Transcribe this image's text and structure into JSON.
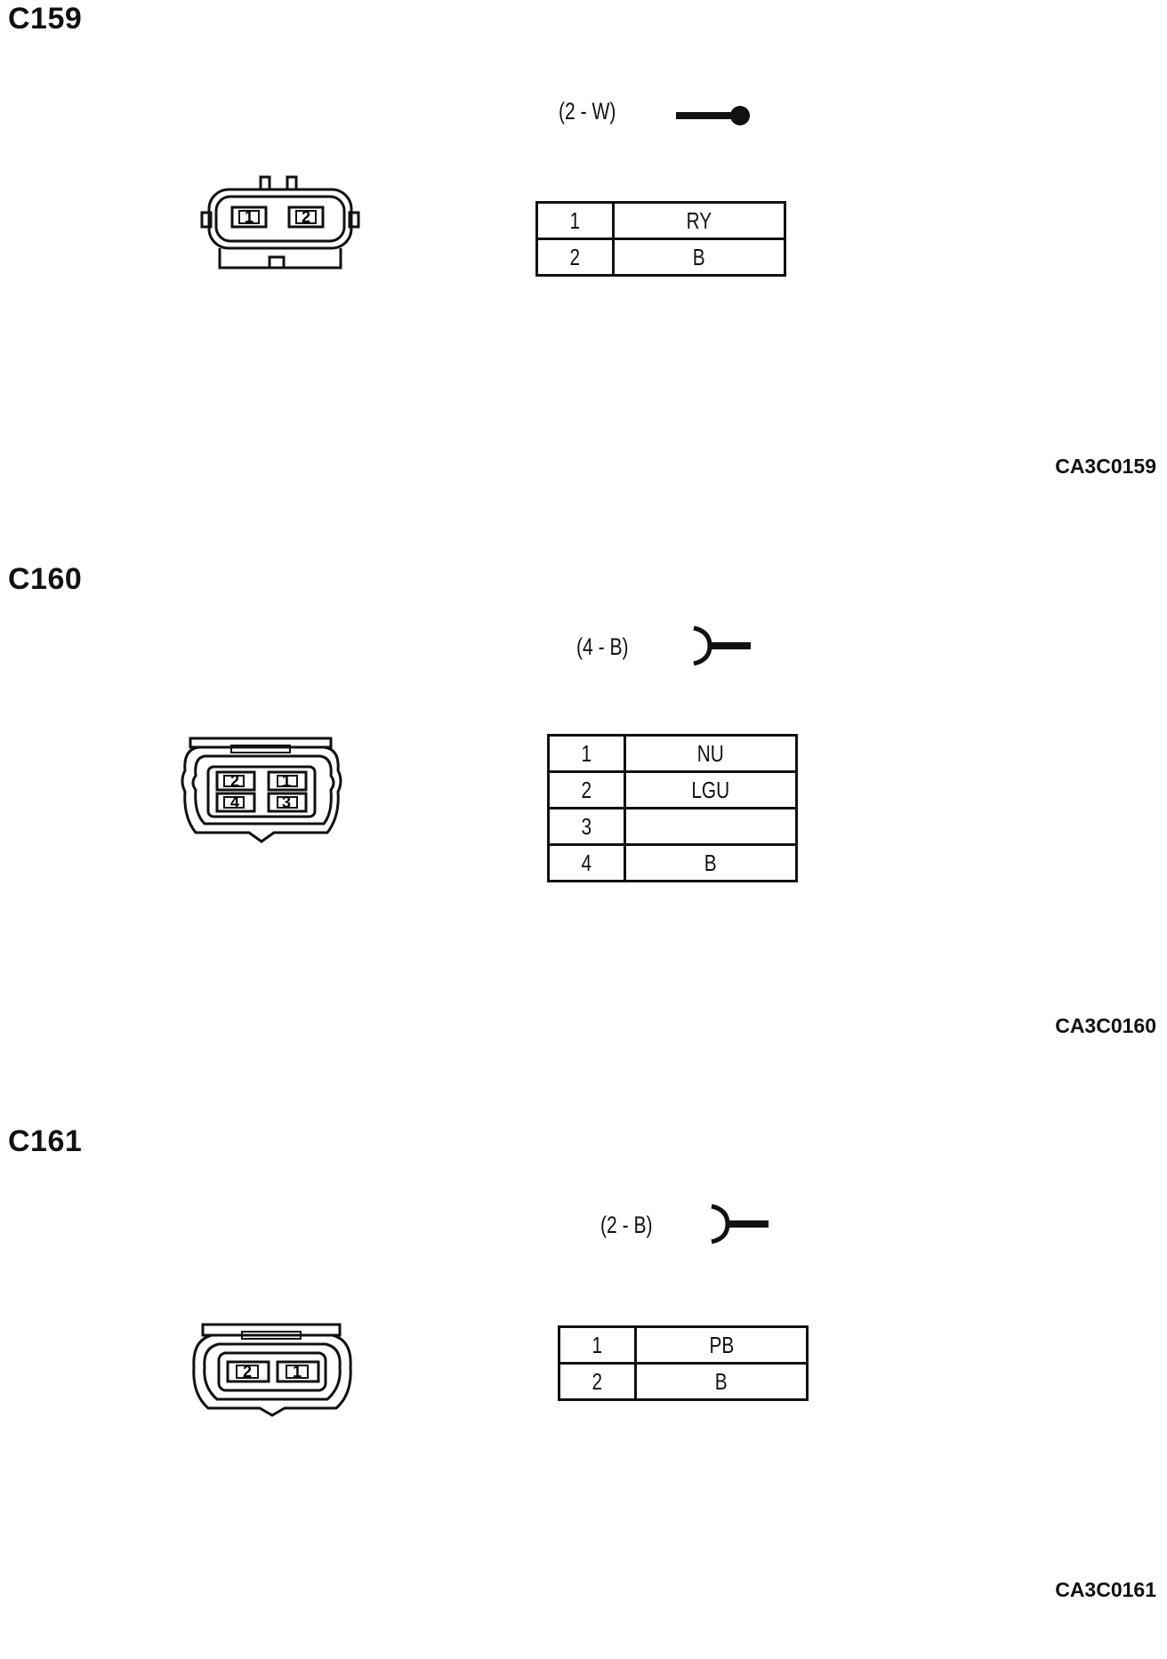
{
  "connectors": [
    {
      "id": "C159",
      "spec": "(2 - W)",
      "symbol": "ring-terminal-icon",
      "pins": [
        {
          "pin": "1",
          "color": "RY"
        },
        {
          "pin": "2",
          "color": "B"
        }
      ],
      "reference": "CA3C0159",
      "face_pins": [
        "1",
        "2"
      ]
    },
    {
      "id": "C160",
      "spec": "(4 - B)",
      "symbol": "fork-terminal-icon",
      "pins": [
        {
          "pin": "1",
          "color": "NU"
        },
        {
          "pin": "2",
          "color": "LGU"
        },
        {
          "pin": "3",
          "color": ""
        },
        {
          "pin": "4",
          "color": "B"
        }
      ],
      "reference": "CA3C0160",
      "face_pins": [
        "2",
        "1",
        "4",
        "3"
      ]
    },
    {
      "id": "C161",
      "spec": "(2 - B)",
      "symbol": "fork-terminal-icon",
      "pins": [
        {
          "pin": "1",
          "color": "PB"
        },
        {
          "pin": "2",
          "color": "B"
        }
      ],
      "reference": "CA3C0161",
      "face_pins": [
        "2",
        "1"
      ]
    }
  ]
}
